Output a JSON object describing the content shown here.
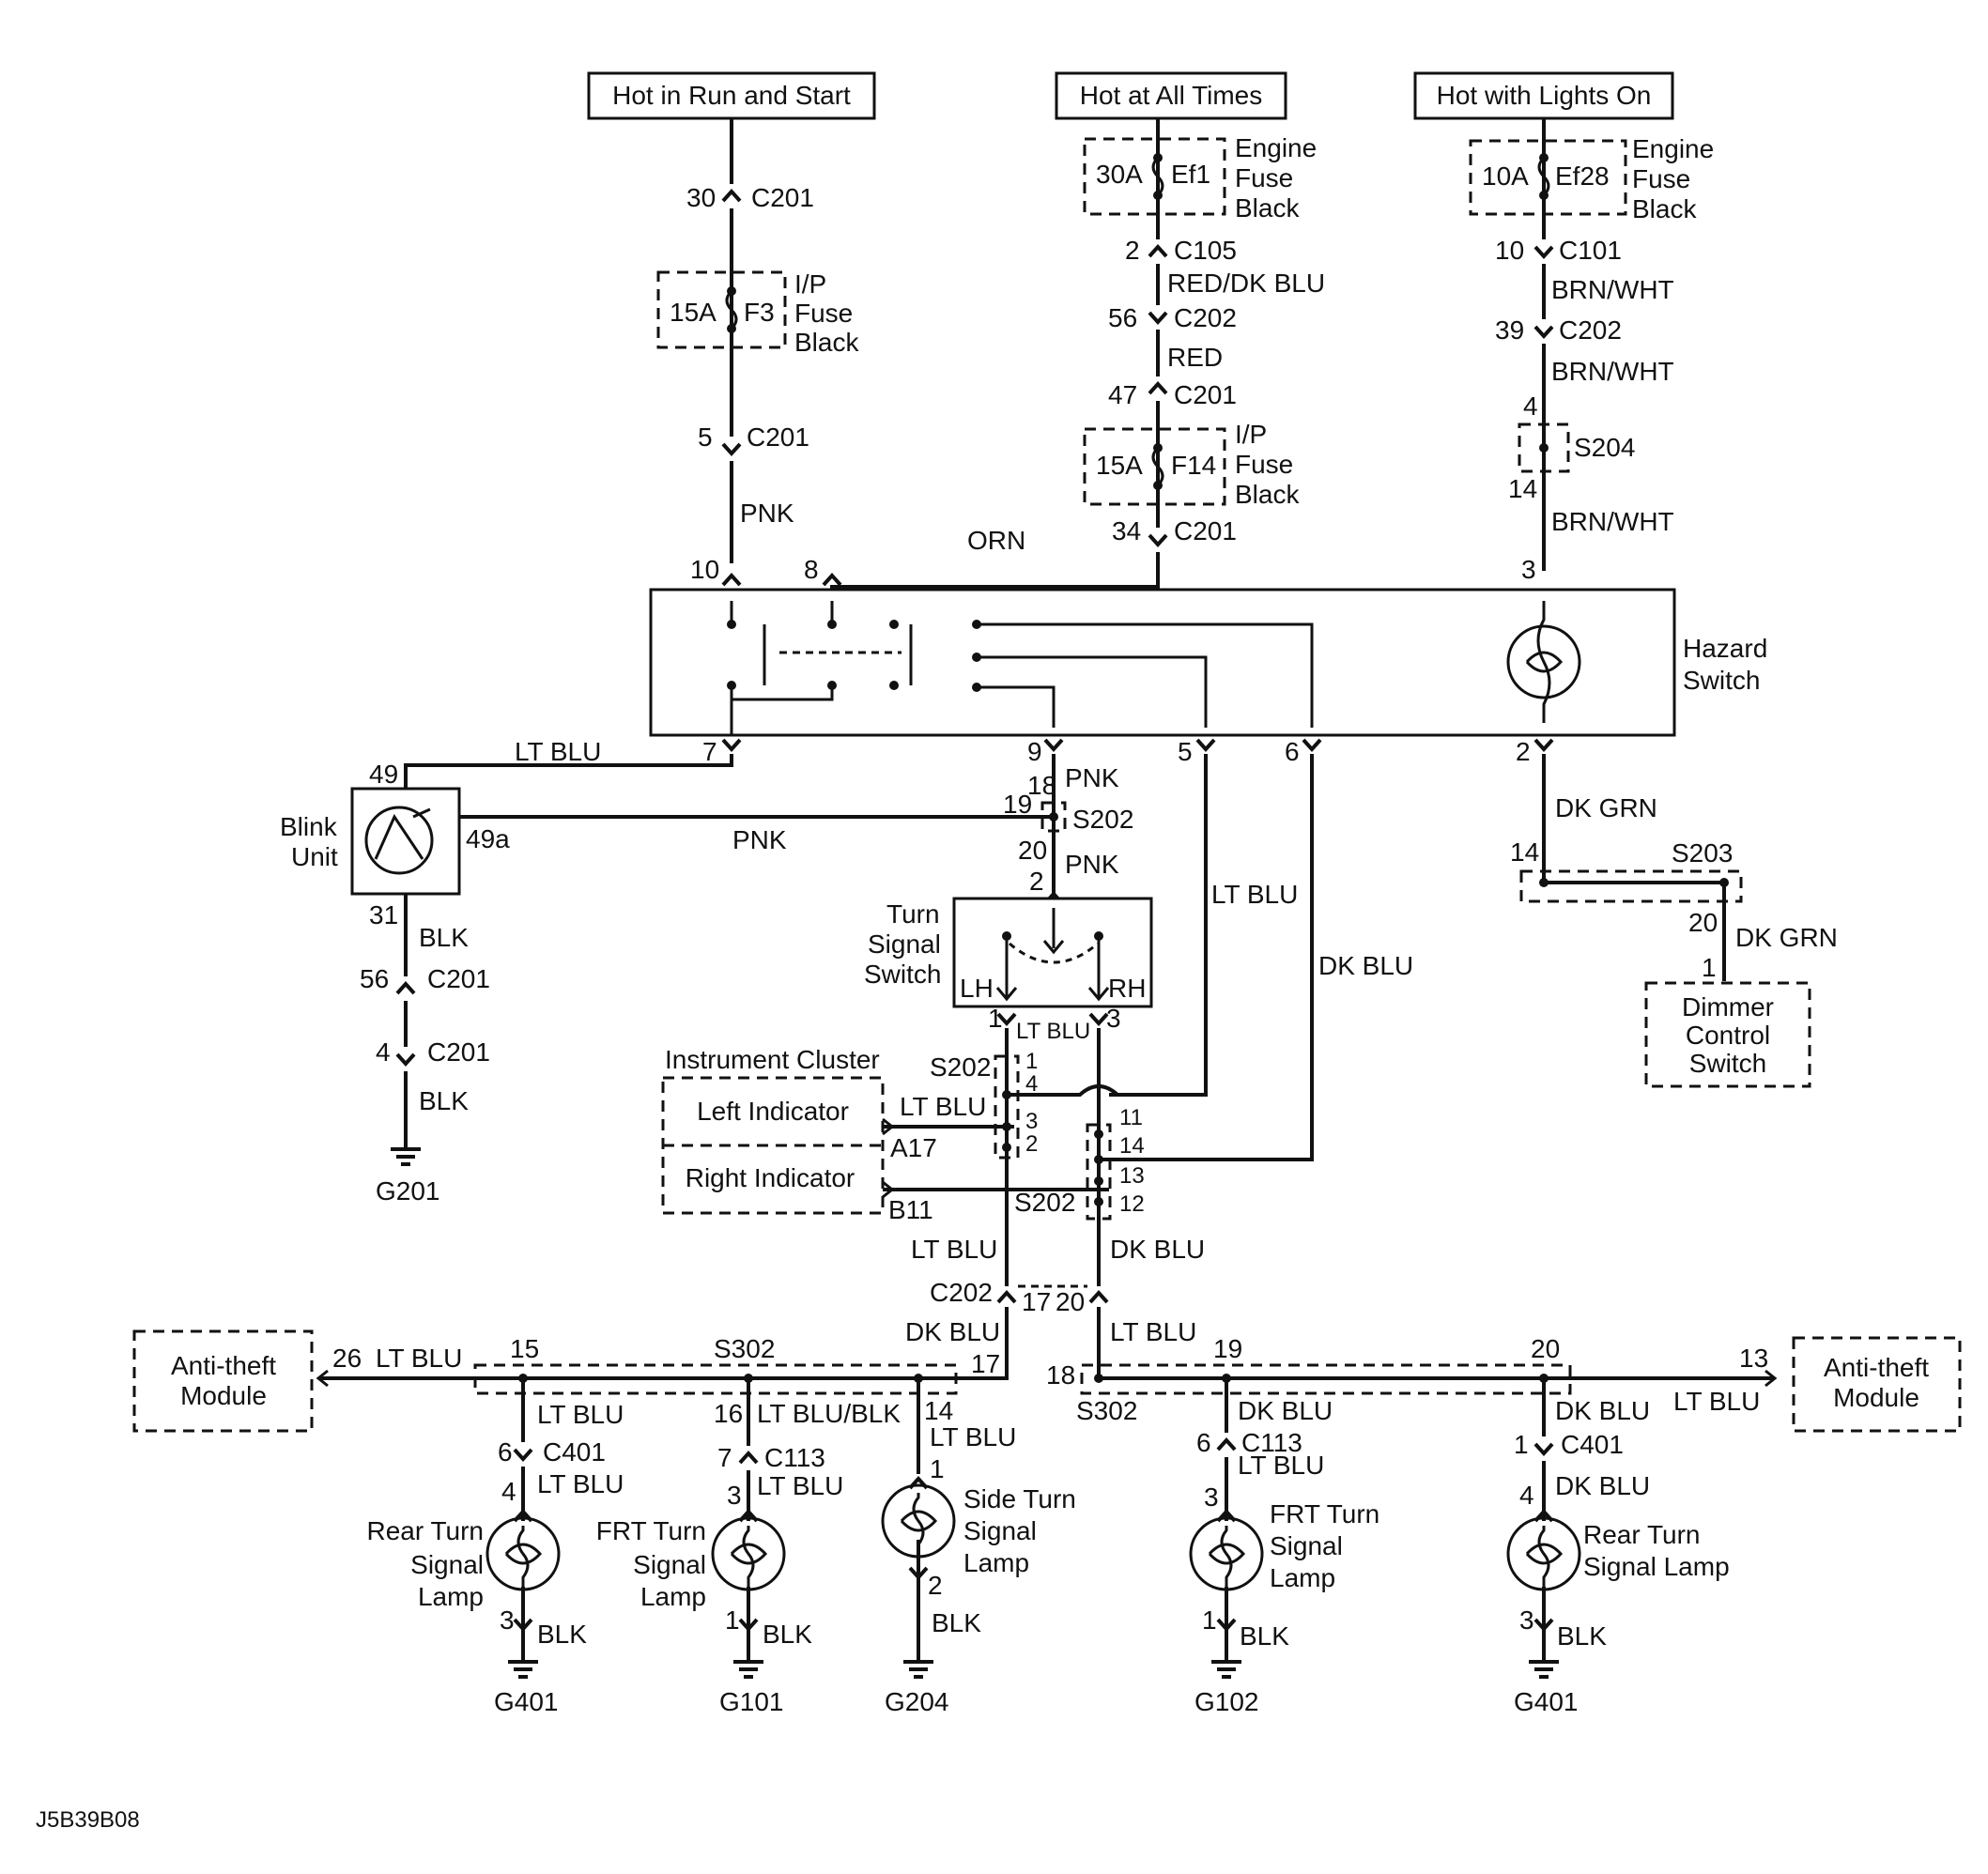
{
  "sources": {
    "run_start": "Hot in Run and Start",
    "all_times": "Hot at All Times",
    "lights_on": "Hot with Lights On"
  },
  "fuses": {
    "f3": {
      "amp": "15A",
      "id": "F3",
      "l1": "I/P",
      "l2": "Fuse",
      "l3": "Black"
    },
    "ef1": {
      "amp": "30A",
      "id": "Ef1",
      "l1": "Engine",
      "l2": "Fuse",
      "l3": "Black"
    },
    "f14": {
      "amp": "15A",
      "id": "F14",
      "l1": "I/P",
      "l2": "Fuse",
      "l3": "Black"
    },
    "ef28": {
      "amp": "10A",
      "id": "Ef28",
      "l1": "Engine",
      "l2": "Fuse",
      "l3": "Black"
    }
  },
  "components": {
    "hazard": {
      "l1": "Hazard",
      "l2": "Switch"
    },
    "blink": {
      "l1": "Blink",
      "l2": "Unit"
    },
    "turn": {
      "l1": "Turn",
      "l2": "Signal",
      "l3": "Switch",
      "lh": "LH",
      "rh": "RH"
    },
    "cluster": {
      "title": "Instrument Cluster",
      "left": "Left Indicator",
      "right": "Right Indicator"
    },
    "dimmer": {
      "l1": "Dimmer",
      "l2": "Control",
      "l3": "Switch"
    },
    "antitheft_l": {
      "l1": "Anti-theft",
      "l2": "Module"
    },
    "antitheft_r": {
      "l1": "Anti-theft",
      "l2": "Module"
    },
    "rear_l": {
      "l1": "Rear Turn",
      "l2": "Signal",
      "l3": "Lamp"
    },
    "frt_l": {
      "l1": "FRT Turn",
      "l2": "Signal",
      "l3": "Lamp"
    },
    "side": {
      "l1": "Side Turn",
      "l2": "Signal",
      "l3": "Lamp"
    },
    "frt_r": {
      "l1": "FRT Turn",
      "l2": "Signal",
      "l3": "Lamp"
    },
    "rear_r": {
      "l1": "Rear Turn",
      "l2": "Signal Lamp"
    }
  },
  "grounds": {
    "g201": "G201",
    "g401a": "G401",
    "g101": "G101",
    "g204": "G204",
    "g102": "G102",
    "g401b": "G401"
  },
  "connectors": {
    "c201": "C201",
    "c105": "C105",
    "c202": "C202",
    "c101": "C101",
    "c401": "C401",
    "c113": "C113",
    "s204": "S204",
    "s203": "S203",
    "s202": "S202",
    "s302": "S302"
  },
  "wires": {
    "pnk": "PNK",
    "orn": "ORN",
    "red_dkblu": "RED/DK BLU",
    "red": "RED",
    "brn_wht": "BRN/WHT",
    "lt_blu": "LT BLU",
    "dk_grn": "DK GRN",
    "blk": "BLK",
    "dk_blu": "DK BLU",
    "lt_blu_blk": "LT BLU/BLK"
  },
  "pins": {
    "p30": "30",
    "p5": "5",
    "p10": "10",
    "p8": "8",
    "p2": "2",
    "p56": "56",
    "p47": "47",
    "p34": "34",
    "p39": "39",
    "p4": "4",
    "p14": "14",
    "p3": "3",
    "p7": "7",
    "p9": "9",
    "p6": "6",
    "p49": "49",
    "p49a": "49a",
    "p31": "31",
    "p18": "18",
    "p19": "19",
    "p20": "20",
    "p1": "1",
    "p11": "11",
    "p13": "13",
    "p12": "12",
    "a17": "A17",
    "b11": "B11",
    "p17": "17",
    "p15": "15",
    "p26": "26",
    "p16": "16"
  },
  "diagram_code": "J5B39B08"
}
